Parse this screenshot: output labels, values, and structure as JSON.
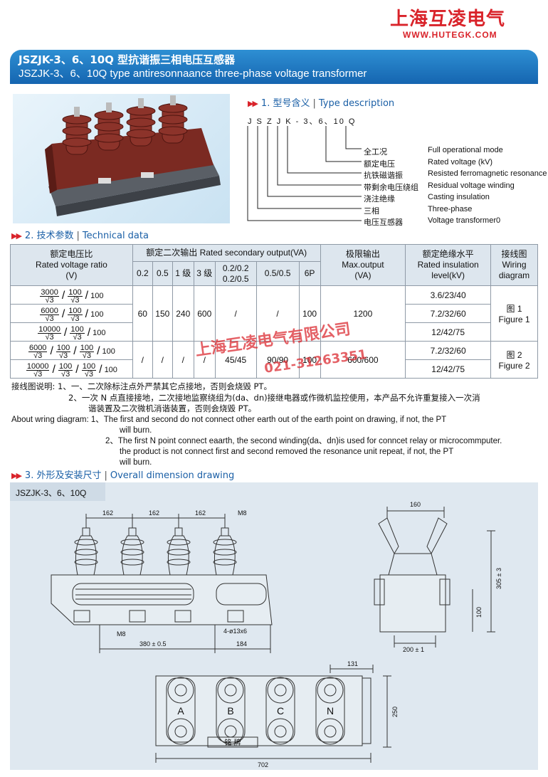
{
  "brand": {
    "name_cn": "上海互凌电气",
    "url": "WWW.HUTEGK.COM"
  },
  "title": {
    "cn": "JSZJK-3、6、10Q 型抗谐振三相电压互感器",
    "en": "JSZJK-3、6、10Q type antiresonnaance three-phase voltage transformer"
  },
  "section1": {
    "heading_cn": "1. 型号含义",
    "heading_en": "Type description",
    "code": "J S Z J K - 3、6、10 Q",
    "items": [
      {
        "cn": "全工况",
        "en": "Full operational mode"
      },
      {
        "cn": "额定电压",
        "en": "Rated voltage (kV)"
      },
      {
        "cn": "抗铁磁谐振",
        "en": "Resisted ferromagnetic resonance"
      },
      {
        "cn": "带剩余电压绕组",
        "en": "Residual voltage winding"
      },
      {
        "cn": "浇注绝缘",
        "en": "Casting insulation"
      },
      {
        "cn": "三相",
        "en": "Three-phase"
      },
      {
        "cn": "电压互感器",
        "en": "Voltage transformer0"
      }
    ]
  },
  "section2": {
    "heading_cn": "2. 技术参数",
    "heading_en": "Technical data"
  },
  "table": {
    "h_ratio": [
      "额定电压比",
      "Rated voltage ratio",
      "(V)"
    ],
    "h_output": "额定二次输出  Rated secondary output(VA)",
    "h_max": [
      "极限输出",
      "Max.output",
      "(VA)"
    ],
    "h_ins": [
      "额定绝缘水平",
      "Rated insulation",
      "level(kV)"
    ],
    "h_wiring": [
      "接线图",
      "Wiring",
      "diagram"
    ],
    "sub": [
      "0.2",
      "0.5",
      "1 级",
      "3 级",
      "0.2/0.2",
      "0.2/0.5",
      "0.5/0.5",
      "6P"
    ],
    "g1": {
      "vals": [
        "60",
        "150",
        "240",
        "600",
        "/",
        "/",
        "100"
      ],
      "max": "1200",
      "ins": [
        "3.6/23/40",
        "7.2/32/60",
        "12/42/75"
      ],
      "fig": [
        "图 1",
        "Figure 1"
      ]
    },
    "g2": {
      "vals": [
        "/",
        "/",
        "/",
        "/",
        "45/45",
        "90/90",
        "100"
      ],
      "max": "600/600",
      "ins": [
        "7.2/32/60",
        "12/42/75"
      ],
      "fig": [
        "图 2",
        "Figure 2"
      ]
    },
    "ratio_prim": [
      "3000",
      "6000",
      "10000",
      "6000",
      "10000"
    ],
    "sqrt3": "√3",
    "r100": "100"
  },
  "notes": {
    "cn_label": "接线图说明:",
    "cn1": "1、一、二次除标注点外严禁其它点接地，否则会烧毁 PT。",
    "cn2": "2、一次 N 点直接接地，二次接地监察绕组为(da、dn)接继电器或作微机监控使用，本产品不允许重复接入一次消",
    "cn2b": "谐装置及二次微机消谐装置，否则会烧毁 PT。",
    "en_label": "About wring diagram:",
    "en1": "1、The first and second do not connect other earth out of the earth point on drawing, if not, the PT",
    "en1b": "will burn.",
    "en2": "2、The first N point connect eaarth, the second winding(da、dn)is used for conncet relay or microcommputer.",
    "en2b": "the product is not connect first and second removed the resonance unit repeat, if not, the PT",
    "en2c": "will burn."
  },
  "section3": {
    "heading_cn": "3. 外形及安装尺寸",
    "heading_en": "Overall dimension drawing",
    "model": "JSZJK-3、6、10Q"
  },
  "dims": {
    "d162": "162",
    "m8": "M8",
    "hole": "4-ø13x6",
    "d380": "380 ± 0.5",
    "d184": "184",
    "d160": "160",
    "d305": "305 ± 3",
    "d100": "100",
    "d200": "200 ± 1",
    "d131": "131",
    "d250": "250",
    "d702": "702",
    "phases": [
      "A",
      "B",
      "C",
      "N"
    ],
    "plate": "铭  牌"
  },
  "watermark": {
    "line1": "上海互凌电气有限公司",
    "line2": "021-31263351"
  },
  "colors": {
    "accent": "#d9232a",
    "blue": "#1a5fa6",
    "drawing_bg": "#dfe8f0",
    "porcelain": "#7a2a22"
  }
}
